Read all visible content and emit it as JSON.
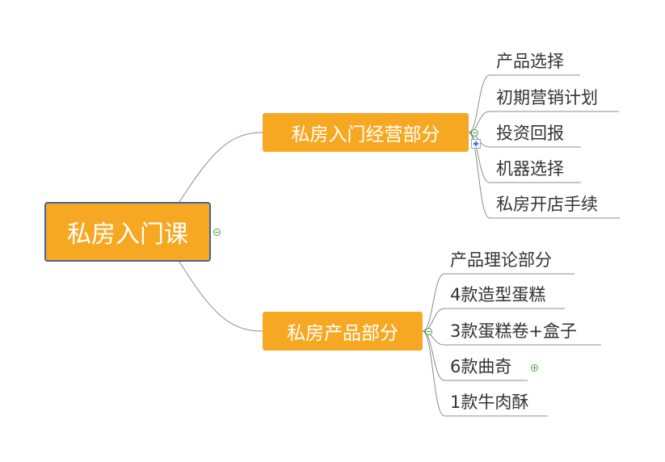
{
  "root": {
    "label": "私房入门课"
  },
  "branches": [
    {
      "label": "私房入门经营部分",
      "children": [
        "产品选择",
        "初期营销计划",
        "投资回报",
        "机器选择",
        "私房开店手续"
      ]
    },
    {
      "label": "私房产品部分",
      "children": [
        "产品理论部分",
        "4款造型蛋糕",
        "3款蛋糕卷+盒子",
        "6款曲奇",
        "1款牛肉酥"
      ]
    }
  ],
  "colors": {
    "node_fill": "#f7a823",
    "root_border": "#4762a3",
    "connector": "#8c8c8c",
    "leaf_text": "#333333",
    "toggle": "#52a244"
  },
  "icons": {
    "collapse": "minus-circle",
    "expand": "plus-circle",
    "add": "plus-square"
  }
}
